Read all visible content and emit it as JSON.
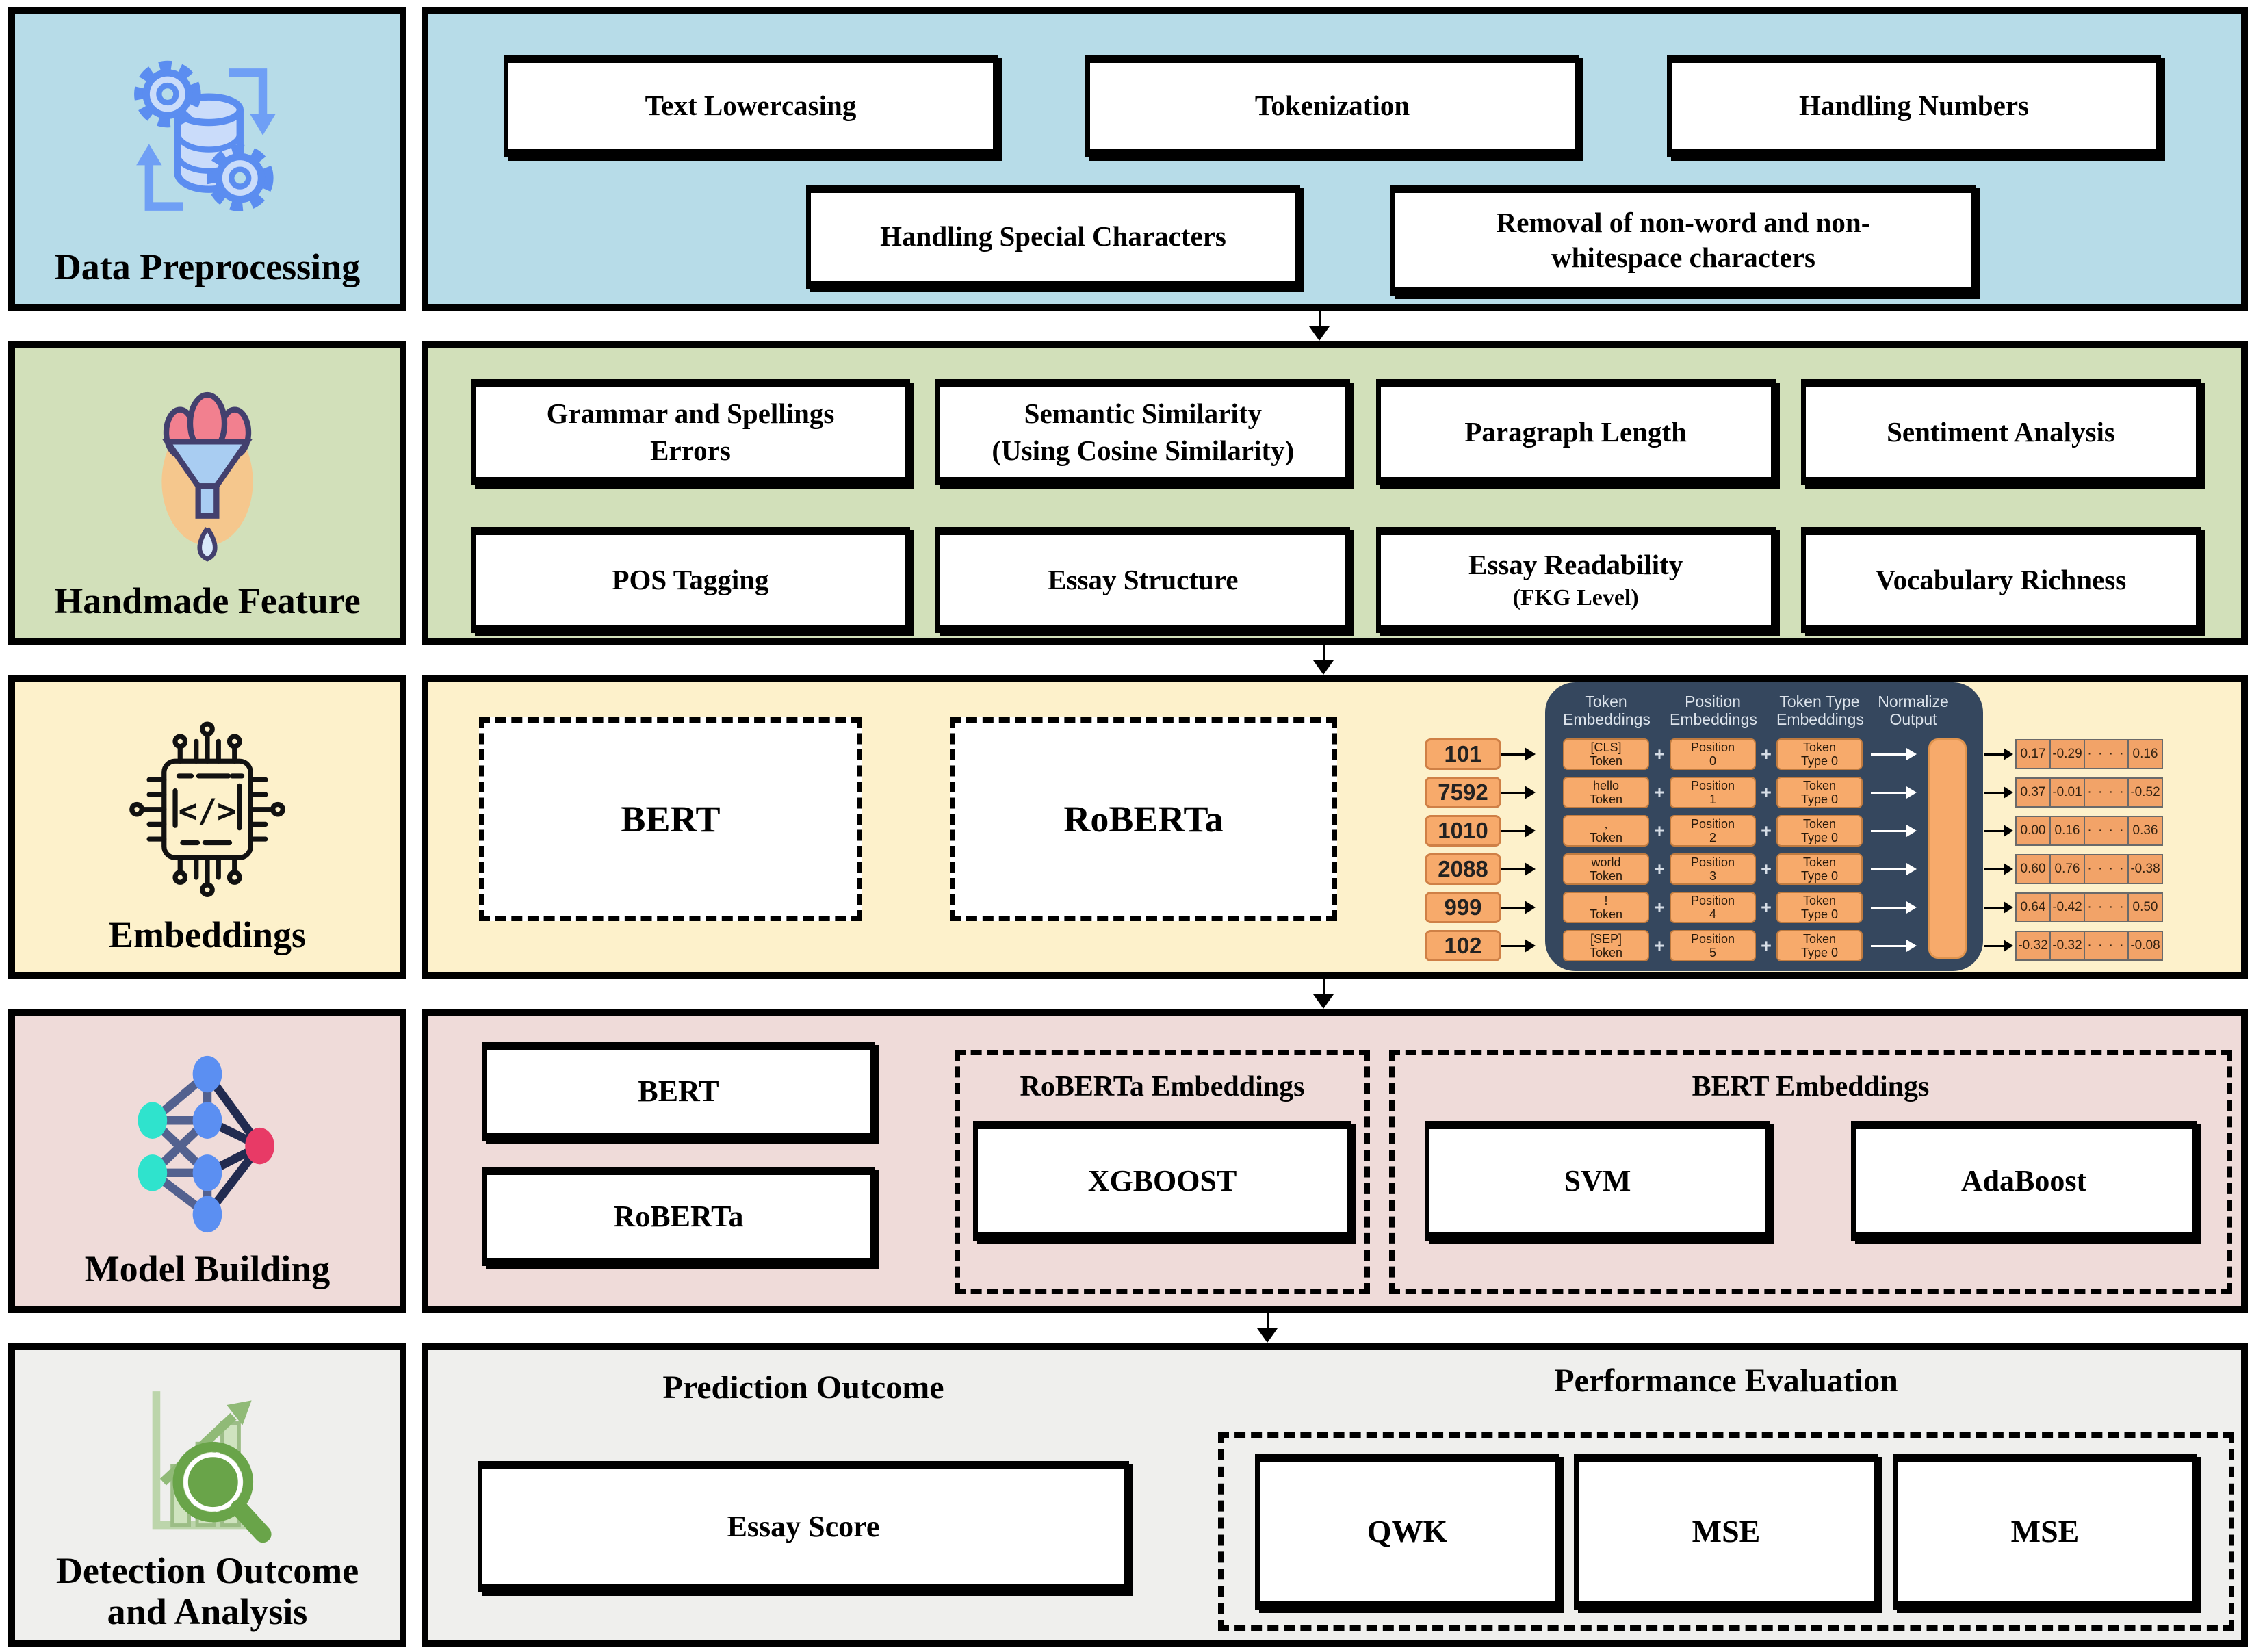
{
  "colors": {
    "preprocessing_bg": "#b7dce8",
    "handmade_bg": "#d2e0ba",
    "embeddings_bg": "#fdf1cb",
    "model_bg": "#efdbd9",
    "detection_bg": "#efefed",
    "orange_box": "#f7aa6b",
    "panel_bg": "#35475e"
  },
  "icons": {
    "preprocessing": "gears-database-icon",
    "handmade": "funnel-icon",
    "embeddings": "chip-code-icon",
    "model": "neural-network-icon",
    "detection": "chart-magnifier-icon",
    "chip_glyph": "</>"
  },
  "preprocessing": {
    "title": "Data Preprocessing",
    "boxes": [
      {
        "l1": "Text Lowercasing",
        "l2": ""
      },
      {
        "l1": "Tokenization",
        "l2": ""
      },
      {
        "l1": "Handling Numbers",
        "l2": ""
      },
      {
        "l1": "Handling Special Characters",
        "l2": ""
      },
      {
        "l1": "Removal of non-word and non-",
        "l2": "whitespace characters"
      }
    ]
  },
  "handmade": {
    "title": "Handmade Feature",
    "boxes": [
      {
        "l1": "Grammar and Spellings",
        "l2": "Errors"
      },
      {
        "l1": "Semantic Similarity",
        "l2": "(Using Cosine Similarity)"
      },
      {
        "l1": "Paragraph Length",
        "l2": ""
      },
      {
        "l1": "Sentiment Analysis",
        "l2": ""
      },
      {
        "l1": "POS Tagging",
        "l2": ""
      },
      {
        "l1": "Essay Structure",
        "l2": ""
      },
      {
        "l1": "Essay Readability",
        "l2": "(FKG Level)"
      },
      {
        "l1": "Vocabulary Richness",
        "l2": ""
      }
    ]
  },
  "embeddings": {
    "title": "Embeddings",
    "bert": "BERT",
    "roberta": "RoBERTa",
    "plus": "+",
    "token_ids": [
      "101",
      "7592",
      "1010",
      "2088",
      "999",
      "102"
    ],
    "headers": {
      "h1": "Token Embeddings",
      "h2": "Position Embeddings",
      "h3": "Token Type Embeddings",
      "h4": "Normalize Output"
    },
    "rows": [
      {
        "tok1": "[CLS]",
        "tok2": "Token",
        "pos1": "Position",
        "pos2": "0",
        "typ1": "Token",
        "typ2": "Type 0"
      },
      {
        "tok1": "hello",
        "tok2": "Token",
        "pos1": "Position",
        "pos2": "1",
        "typ1": "Token",
        "typ2": "Type 0"
      },
      {
        "tok1": ",",
        "tok2": "Token",
        "pos1": "Position",
        "pos2": "2",
        "typ1": "Token",
        "typ2": "Type 0"
      },
      {
        "tok1": "world",
        "tok2": "Token",
        "pos1": "Position",
        "pos2": "3",
        "typ1": "Token",
        "typ2": "Type 0"
      },
      {
        "tok1": "!",
        "tok2": "Token",
        "pos1": "Position",
        "pos2": "4",
        "typ1": "Token",
        "typ2": "Type 0"
      },
      {
        "tok1": "[SEP]",
        "tok2": "Token",
        "pos1": "Position",
        "pos2": "5",
        "typ1": "Token",
        "typ2": "Type 0"
      }
    ],
    "outputs": [
      {
        "c1": "0.17",
        "c2": "-0.29",
        "c3": "· · · ·",
        "c4": "0.16"
      },
      {
        "c1": "0.37",
        "c2": "-0.01",
        "c3": "· · · ·",
        "c4": "-0.52"
      },
      {
        "c1": "0.00",
        "c2": "0.16",
        "c3": "· · · ·",
        "c4": "0.36"
      },
      {
        "c1": "0.60",
        "c2": "0.76",
        "c3": "· · · ·",
        "c4": "-0.38"
      },
      {
        "c1": "0.64",
        "c2": "-0.42",
        "c3": "· · · ·",
        "c4": "0.50"
      },
      {
        "c1": "-0.32",
        "c2": "-0.32",
        "c3": "· · · ·",
        "c4": "-0.08"
      }
    ]
  },
  "model": {
    "title": "Model Building",
    "bert": "BERT",
    "roberta": "RoBERTa",
    "group1_label": "RoBERTa Embeddings",
    "group1_model": "XGBOOST",
    "group2_label": "BERT Embeddings",
    "group2_model1": "SVM",
    "group2_model2": "AdaBoost"
  },
  "detection": {
    "title_l1": "Detection Outcome",
    "title_l2": "and Analysis",
    "prediction_heading": "Prediction Outcome",
    "essay_score": "Essay Score",
    "performance_heading": "Performance Evaluation",
    "metric1": "QWK",
    "metric2": "MSE",
    "metric3": "MSE"
  }
}
